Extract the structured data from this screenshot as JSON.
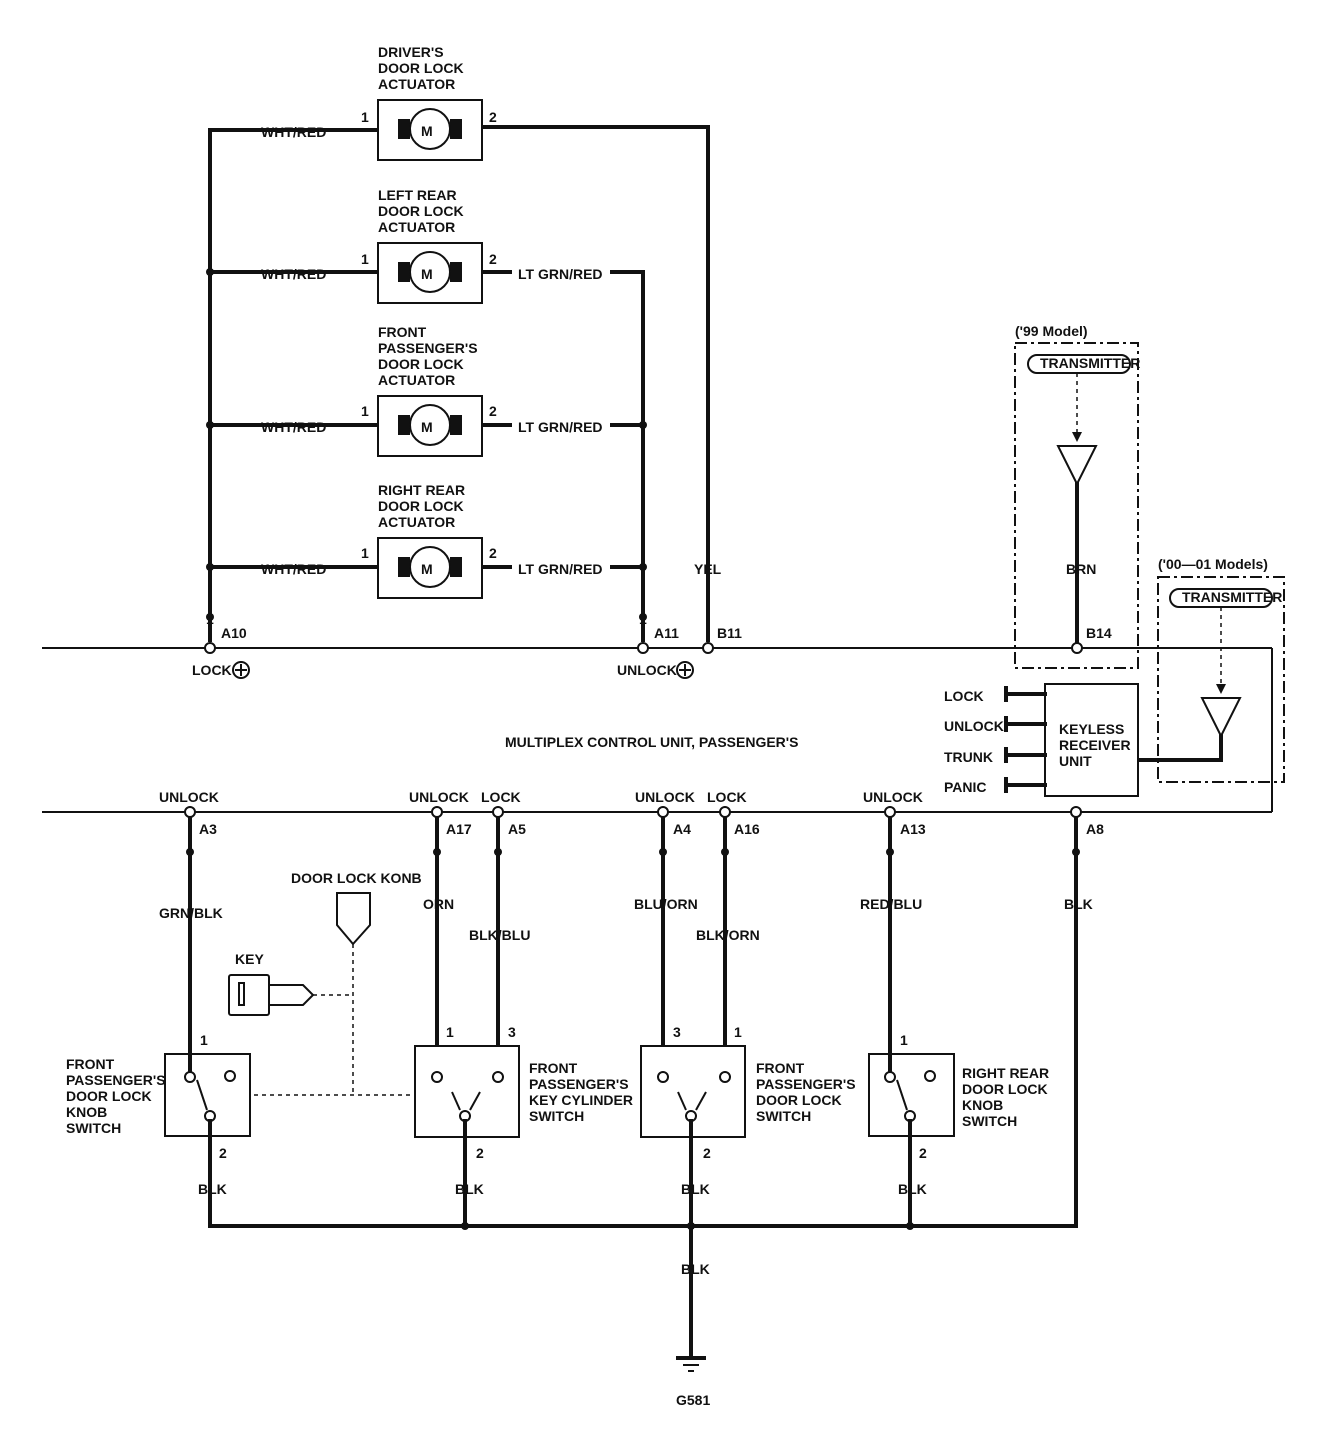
{
  "actuators": {
    "driver": {
      "name": [
        "DRIVER'S",
        "DOOR LOCK",
        "ACTUATOR"
      ],
      "wire_left": "WHT/RED",
      "pin_left": "1",
      "pin_right": "2",
      "wire_right": "",
      "motor": "M"
    },
    "left_rear": {
      "name": [
        "LEFT REAR",
        "DOOR LOCK",
        "ACTUATOR"
      ],
      "wire_left": "WHT/RED",
      "pin_left": "1",
      "pin_right": "2",
      "wire_right": "LT GRN/RED",
      "motor": "M"
    },
    "front_passenger": {
      "name": [
        "FRONT",
        "PASSENGER'S",
        "DOOR LOCK",
        "ACTUATOR"
      ],
      "wire_left": "WHT/RED",
      "pin_left": "1",
      "pin_right": "2",
      "wire_right": "LT GRN/RED",
      "motor": "M"
    },
    "right_rear": {
      "name": [
        "RIGHT REAR",
        "DOOR LOCK",
        "ACTUATOR"
      ],
      "wire_left": "WHT/RED",
      "pin_left": "1",
      "pin_right": "2",
      "wire_right": "LT GRN/RED",
      "motor": "M"
    }
  },
  "wire_yel": "YEL",
  "upper_terminals": {
    "a10": {
      "pin": "1",
      "name": "A10",
      "func": "LOCK"
    },
    "a11": {
      "pin": "1",
      "name": "A11",
      "func": "UNLOCK"
    },
    "b11": {
      "name": "B11"
    },
    "b14": {
      "name": "B14"
    }
  },
  "unit_title": "MULTIPLEX CONTROL UNIT, PASSENGER'S",
  "model_99": {
    "label": "('99 Model)",
    "transmitter": "TRANSMITTER",
    "wire": "BRN"
  },
  "model_00": {
    "label": "('00—01 Models)",
    "transmitter": "TRANSMITTER"
  },
  "keyless": {
    "name": [
      "KEYLESS",
      "RECEIVER",
      "UNIT"
    ],
    "inputs": [
      "LOCK",
      "UNLOCK",
      "TRUNK",
      "PANIC"
    ]
  },
  "lower_terminals": [
    {
      "func": "UNLOCK",
      "name": "A3",
      "wire": "GRN/BLK"
    },
    {
      "func": "UNLOCK",
      "name": "A17",
      "wire": "ORN"
    },
    {
      "func": "LOCK",
      "name": "A5",
      "wire": "BLK/BLU"
    },
    {
      "func": "UNLOCK",
      "name": "A4",
      "wire": "BLU/ORN"
    },
    {
      "func": "LOCK",
      "name": "A16",
      "wire": "BLK/ORN"
    },
    {
      "func": "UNLOCK",
      "name": "A13",
      "wire": "RED/BLU"
    },
    {
      "name": "A8",
      "wire": "BLK"
    }
  ],
  "door_lock_knob": "DOOR LOCK KONB",
  "key": "KEY",
  "switches": [
    {
      "name": [
        "FRONT",
        "PASSENGER'S",
        "DOOR LOCK",
        "KNOB",
        "SWITCH"
      ],
      "pin_a": "1",
      "pin_b": "2"
    },
    {
      "name": [
        "FRONT",
        "PASSENGER'S",
        "KEY CYLINDER",
        "SWITCH"
      ],
      "pin_a": "1",
      "pin_c": "3",
      "pin_b": "2"
    },
    {
      "name": [
        "FRONT",
        "PASSENGER'S",
        "DOOR LOCK",
        "SWITCH"
      ],
      "pin_a": "3",
      "pin_c": "1",
      "pin_b": "2"
    },
    {
      "name": [
        "RIGHT REAR",
        "DOOR LOCK",
        "KNOB",
        "SWITCH"
      ],
      "pin_a": "1",
      "pin_b": "2"
    }
  ],
  "ground_wires": [
    "BLK",
    "BLK",
    "BLK",
    "BLK"
  ],
  "ground_trunk": "BLK",
  "ground": "G581"
}
